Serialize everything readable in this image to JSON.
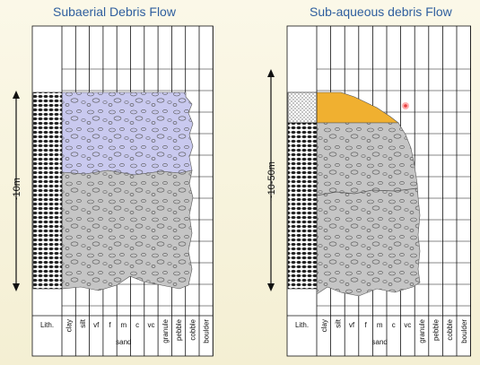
{
  "panels": {
    "left": {
      "title": "Subaerial Debris Flow",
      "depth_label": "~10m"
    },
    "right": {
      "title": "Sub-aqueous debris Flow",
      "depth_label": "~10-50m"
    }
  },
  "grain_size_axis": {
    "lithology_label": "Lith.",
    "columns": [
      "clay",
      "silt",
      "vf",
      "f",
      "m",
      "c",
      "vc",
      "granule",
      "pebble",
      "cobble",
      "boulder"
    ],
    "sand_group_label": "sand"
  },
  "colors": {
    "grid": "#111111",
    "clast_fill_upper_left": "#c9c9ef",
    "clast_fill_lower": "#c5c5c5",
    "sand_cap": "#f0b030",
    "cursor_dot": "#e84040",
    "title": "#2f5f9e"
  }
}
